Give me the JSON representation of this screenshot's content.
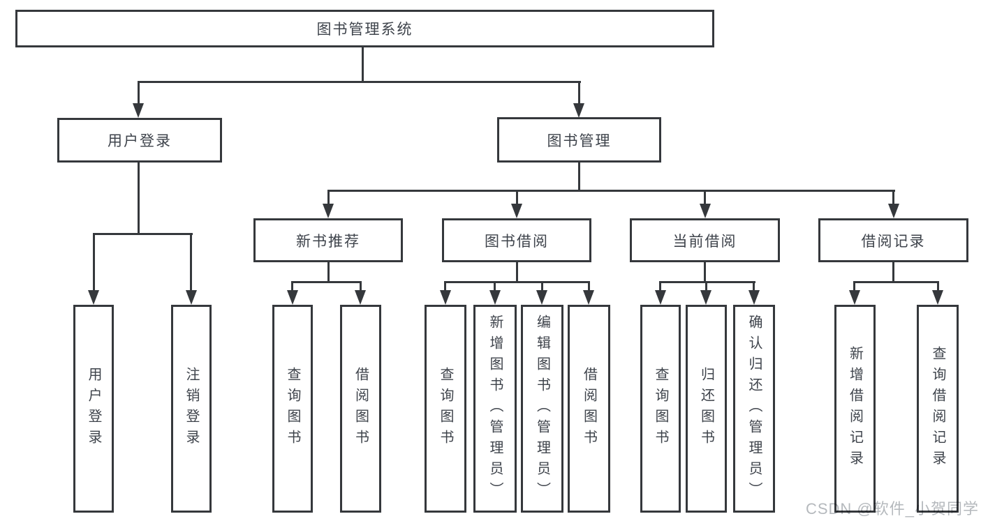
{
  "diagram_title": "图书管理系统",
  "tree": {
    "root": {
      "label": "图书管理系统"
    },
    "branches": [
      {
        "label": "用户登录",
        "children": [
          {
            "label": "用户登录"
          },
          {
            "label": "注销登录"
          }
        ]
      },
      {
        "label": "图书管理",
        "children": [
          {
            "label": "新书推荐",
            "children": [
              {
                "label": "查询图书"
              },
              {
                "label": "借阅图书"
              }
            ]
          },
          {
            "label": "图书借阅",
            "children": [
              {
                "label": "查询图书"
              },
              {
                "label": "新增图书（管理员）"
              },
              {
                "label": "编辑图书（管理员）"
              },
              {
                "label": "借阅图书"
              }
            ]
          },
          {
            "label": "当前借阅",
            "children": [
              {
                "label": "查询图书"
              },
              {
                "label": "归还图书"
              },
              {
                "label": "确认归还（管理员）"
              }
            ]
          },
          {
            "label": "借阅记录",
            "children": [
              {
                "label": "新增借阅记录"
              },
              {
                "label": "查询借阅记录"
              }
            ]
          }
        ]
      }
    ]
  },
  "watermark": {
    "text": "CSDN @软件_小贺同学"
  },
  "colors": {
    "background": "#ffffff",
    "line": "#35383c",
    "box_border": "#35383c",
    "text": "#3e434b",
    "watermark_text": "#b5b9bd"
  }
}
